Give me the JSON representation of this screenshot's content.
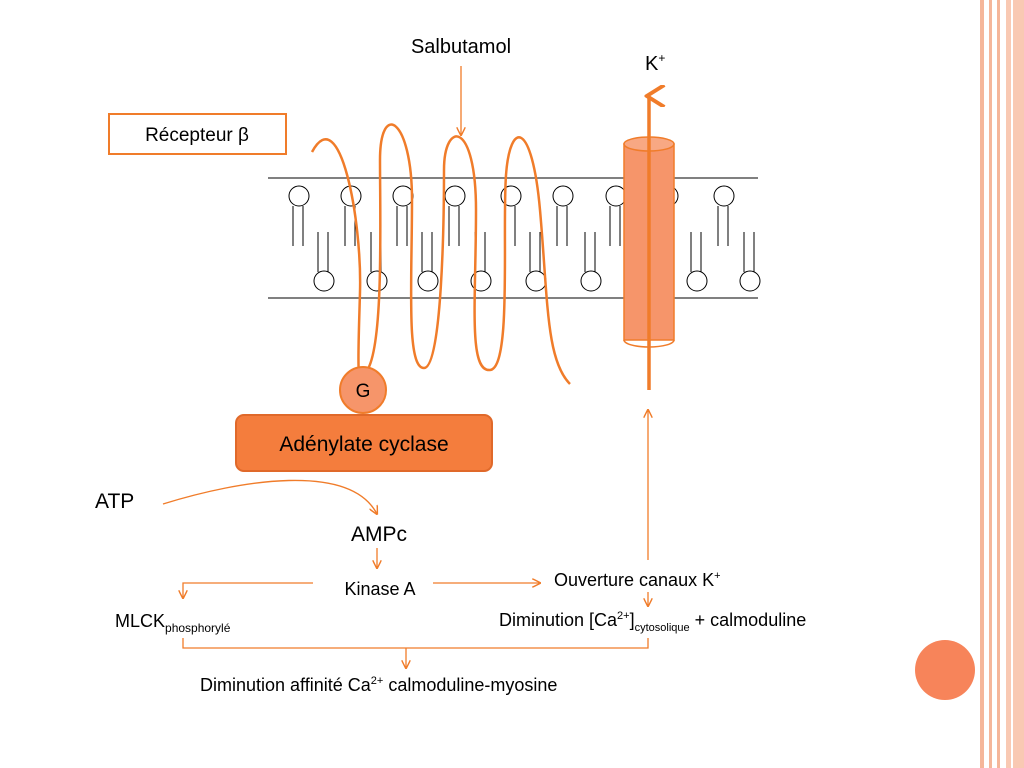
{
  "slide": {
    "colors": {
      "accent": "#f07c2a",
      "accent_fill": "#f6956a",
      "accent_light": "#f8a883",
      "border_bar": "#f5b69a",
      "circle": "#f7845a",
      "text": "#000000",
      "line": "#000000"
    }
  },
  "labels": {
    "salbutamol": "Salbutamol",
    "k_plus": "K",
    "k_plus_sup": "+",
    "receptor": "Récepteur β",
    "g_protein": "G",
    "adenylate_cyclase": "Adénylate cyclase",
    "atp": "ATP",
    "ampc": "AMPc",
    "kinase_a": "Kinase A",
    "ouverture": "Ouverture canaux K",
    "ouverture_sup": "+",
    "mlck": "MLCK",
    "mlck_sub": "phosphorylé",
    "diminution_ca_1": "Diminution [Ca",
    "diminution_ca_sup": "2+",
    "diminution_ca_2": "]",
    "diminution_ca_sub": "cytosolique",
    "diminution_ca_3": " + calmoduline",
    "diminution_aff_1": "Diminution affinité Ca",
    "diminution_aff_sup": "2+",
    "diminution_aff_2": " calmoduline-myosine"
  }
}
